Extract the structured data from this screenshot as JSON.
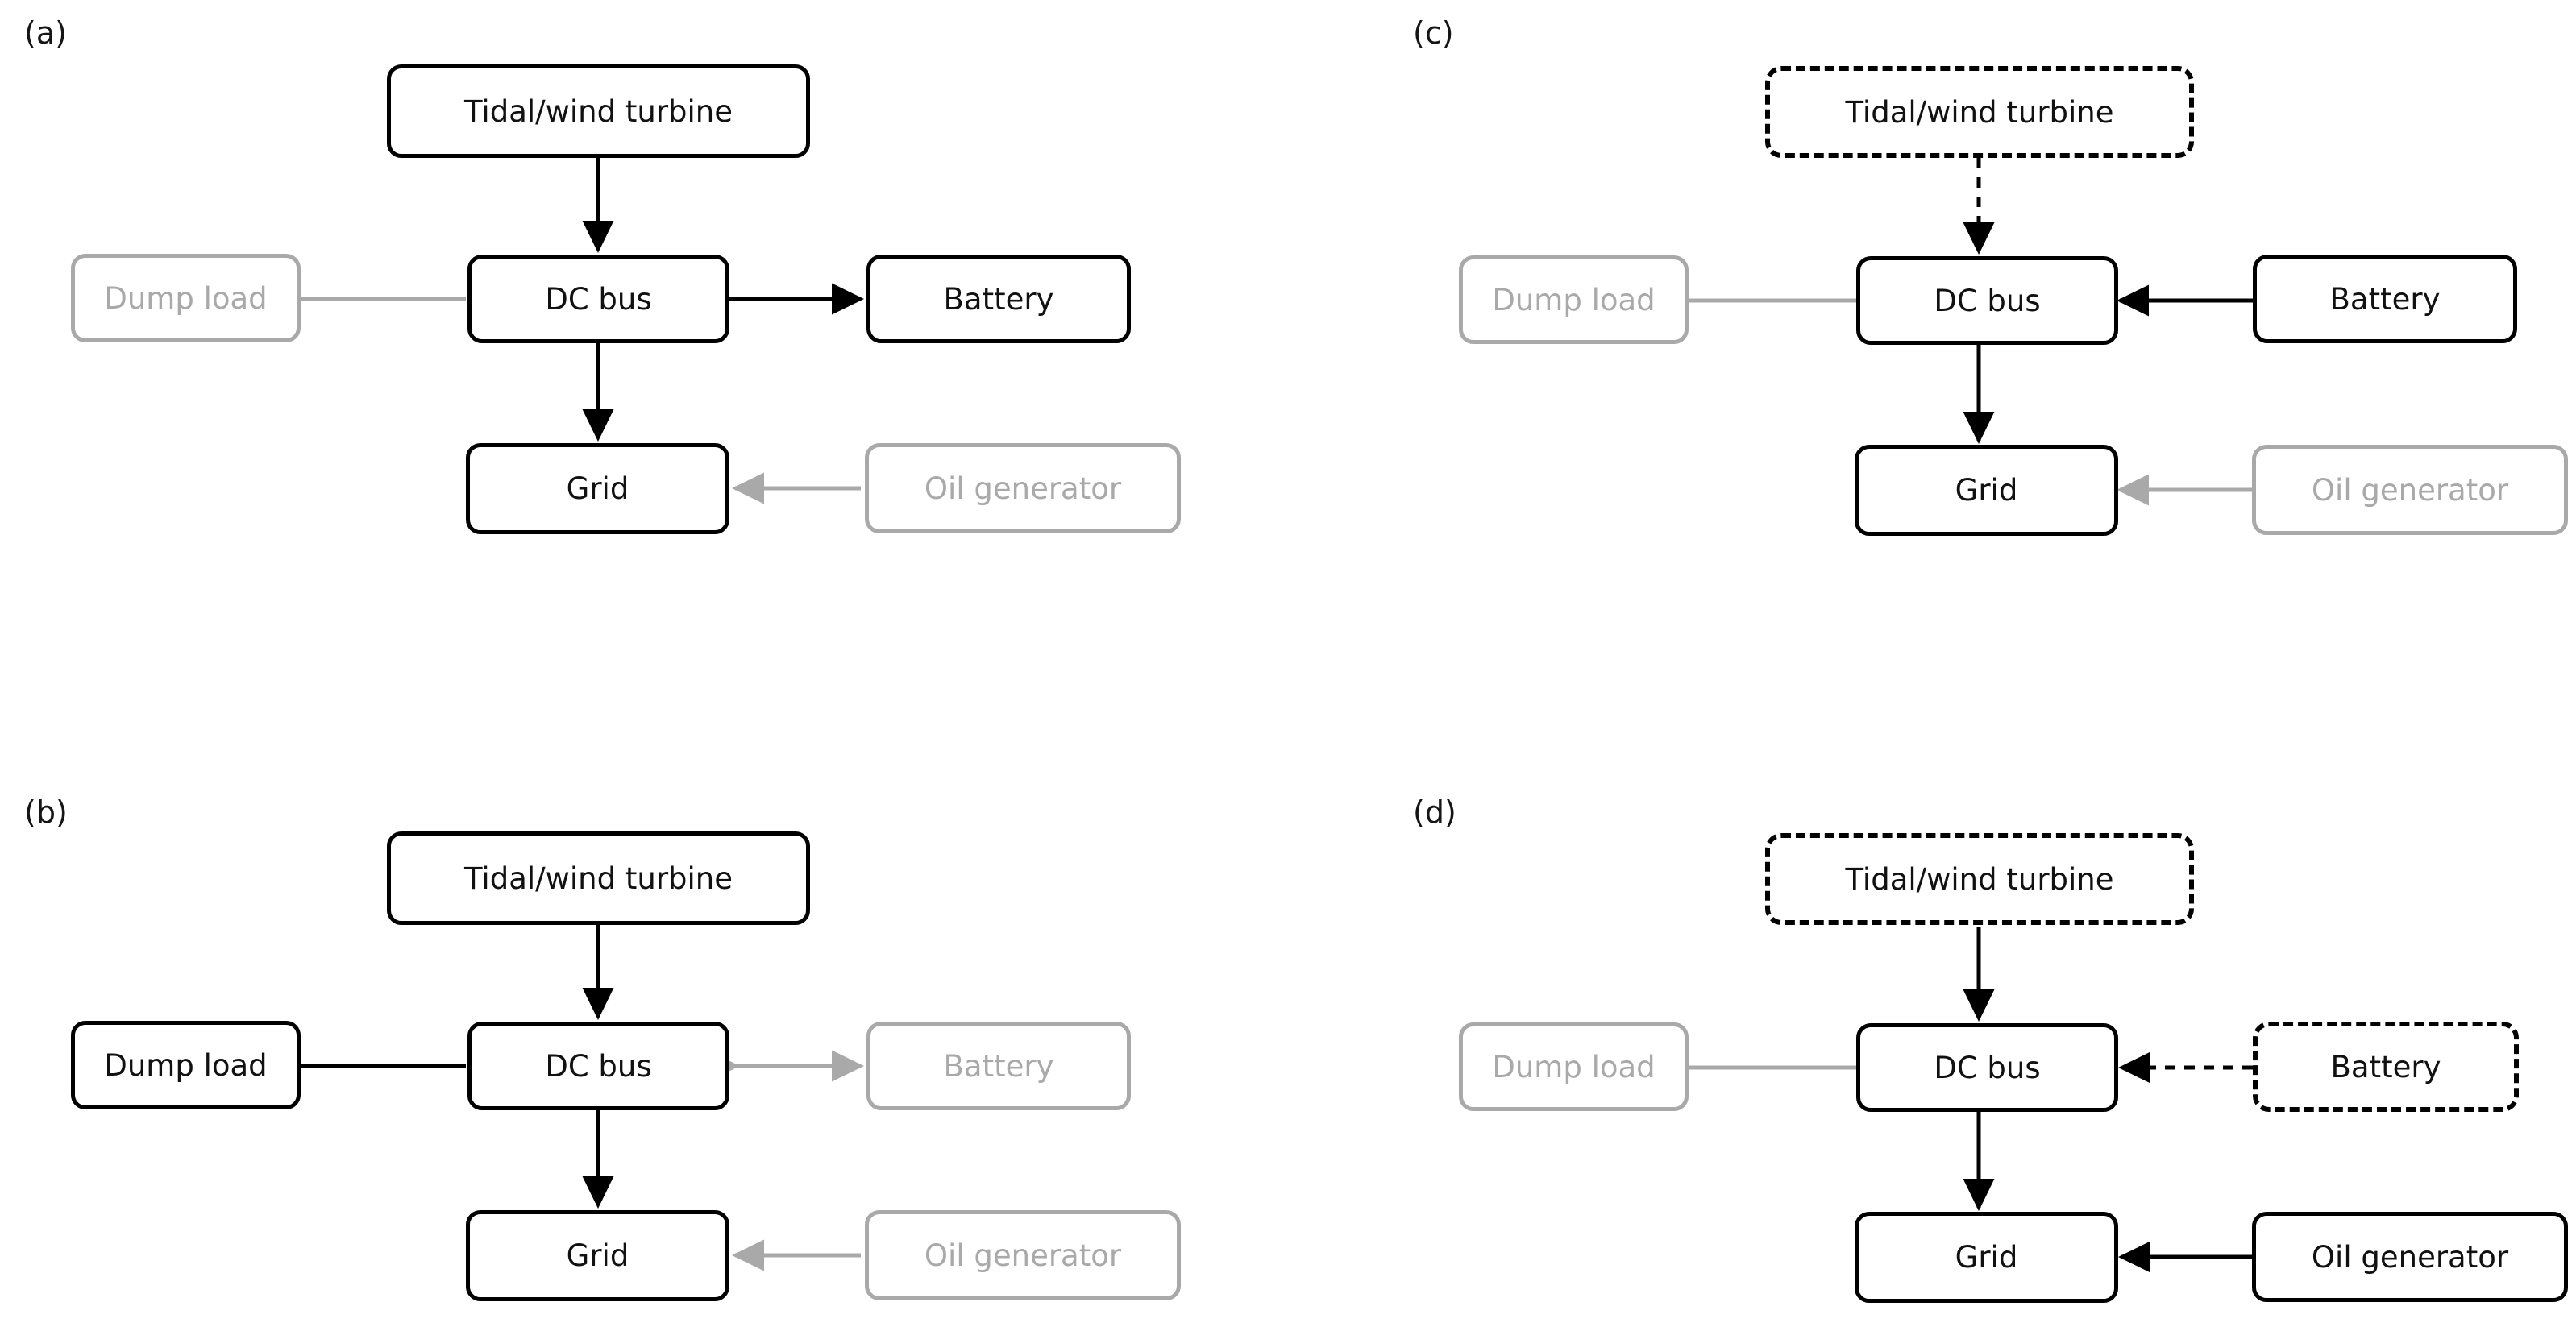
{
  "figure": {
    "type": "four-panel-block-diagram",
    "subject": "Hybrid tidal/wind microgrid operating modes",
    "colors": {
      "active": "#000000",
      "inactive": "#a9a9a9",
      "background": "#ffffff"
    },
    "node_labels": {
      "turbine": "Tidal/wind turbine",
      "dc_bus": "DC bus",
      "dump_load": "Dump load",
      "battery": "Battery",
      "grid": "Grid",
      "oil_generator": "Oil generator"
    }
  },
  "panels": [
    {
      "key": "a",
      "label": "(a)",
      "nodes": {
        "turbine": {
          "text": "Tidal/wind turbine",
          "state": "active"
        },
        "dc_bus": {
          "text": "DC bus",
          "state": "active"
        },
        "dump_load": {
          "text": "Dump load",
          "state": "inactive"
        },
        "battery": {
          "text": "Battery",
          "state": "active"
        },
        "grid": {
          "text": "Grid",
          "state": "active"
        },
        "oil_generator": {
          "text": "Oil generator",
          "state": "inactive"
        }
      },
      "edges": [
        {
          "from": "turbine",
          "to": "dc_bus",
          "style": "solid",
          "state": "active",
          "direction": "down"
        },
        {
          "from": "dc_bus",
          "to": "dump_load",
          "style": "solid",
          "state": "inactive",
          "direction": "left"
        },
        {
          "from": "dc_bus",
          "to": "battery",
          "style": "solid",
          "state": "active",
          "direction": "right"
        },
        {
          "from": "dc_bus",
          "to": "grid",
          "style": "solid",
          "state": "active",
          "direction": "down"
        },
        {
          "from": "oil_generator",
          "to": "grid",
          "style": "solid",
          "state": "inactive",
          "direction": "left"
        }
      ]
    },
    {
      "key": "b",
      "label": "(b)",
      "nodes": {
        "turbine": {
          "text": "Tidal/wind turbine",
          "state": "active"
        },
        "dc_bus": {
          "text": "DC bus",
          "state": "active"
        },
        "dump_load": {
          "text": "Dump load",
          "state": "active"
        },
        "battery": {
          "text": "Battery",
          "state": "inactive"
        },
        "grid": {
          "text": "Grid",
          "state": "active"
        },
        "oil_generator": {
          "text": "Oil generator",
          "state": "inactive"
        }
      },
      "edges": [
        {
          "from": "turbine",
          "to": "dc_bus",
          "style": "solid",
          "state": "active",
          "direction": "down"
        },
        {
          "from": "dc_bus",
          "to": "dump_load",
          "style": "solid",
          "state": "active",
          "direction": "left"
        },
        {
          "from": "dc_bus",
          "to": "battery",
          "style": "solid",
          "state": "inactive",
          "direction": "bidirectional"
        },
        {
          "from": "dc_bus",
          "to": "grid",
          "style": "solid",
          "state": "active",
          "direction": "down"
        },
        {
          "from": "oil_generator",
          "to": "grid",
          "style": "solid",
          "state": "inactive",
          "direction": "left"
        }
      ]
    },
    {
      "key": "c",
      "label": "(c)",
      "nodes": {
        "turbine": {
          "text": "Tidal/wind turbine",
          "state": "dashed"
        },
        "dc_bus": {
          "text": "DC bus",
          "state": "active"
        },
        "dump_load": {
          "text": "Dump load",
          "state": "inactive"
        },
        "battery": {
          "text": "Battery",
          "state": "active"
        },
        "grid": {
          "text": "Grid",
          "state": "active"
        },
        "oil_generator": {
          "text": "Oil generator",
          "state": "inactive"
        }
      },
      "edges": [
        {
          "from": "turbine",
          "to": "dc_bus",
          "style": "dashed",
          "state": "active",
          "direction": "down"
        },
        {
          "from": "dc_bus",
          "to": "dump_load",
          "style": "solid",
          "state": "inactive",
          "direction": "left"
        },
        {
          "from": "battery",
          "to": "dc_bus",
          "style": "solid",
          "state": "active",
          "direction": "left"
        },
        {
          "from": "dc_bus",
          "to": "grid",
          "style": "solid",
          "state": "active",
          "direction": "down"
        },
        {
          "from": "oil_generator",
          "to": "grid",
          "style": "solid",
          "state": "inactive",
          "direction": "left"
        }
      ]
    },
    {
      "key": "d",
      "label": "(d)",
      "nodes": {
        "turbine": {
          "text": "Tidal/wind turbine",
          "state": "dashed"
        },
        "dc_bus": {
          "text": "DC bus",
          "state": "active"
        },
        "dump_load": {
          "text": "Dump load",
          "state": "inactive"
        },
        "battery": {
          "text": "Battery",
          "state": "dashed"
        },
        "grid": {
          "text": "Grid",
          "state": "active"
        },
        "oil_generator": {
          "text": "Oil generator",
          "state": "active"
        }
      },
      "edges": [
        {
          "from": "turbine",
          "to": "dc_bus",
          "style": "solid",
          "state": "active",
          "direction": "down"
        },
        {
          "from": "dc_bus",
          "to": "dump_load",
          "style": "solid",
          "state": "inactive",
          "direction": "left"
        },
        {
          "from": "battery",
          "to": "dc_bus",
          "style": "dashed",
          "state": "active",
          "direction": "left"
        },
        {
          "from": "dc_bus",
          "to": "grid",
          "style": "solid",
          "state": "active",
          "direction": "down"
        },
        {
          "from": "oil_generator",
          "to": "grid",
          "style": "solid",
          "state": "active",
          "direction": "left"
        }
      ]
    }
  ]
}
